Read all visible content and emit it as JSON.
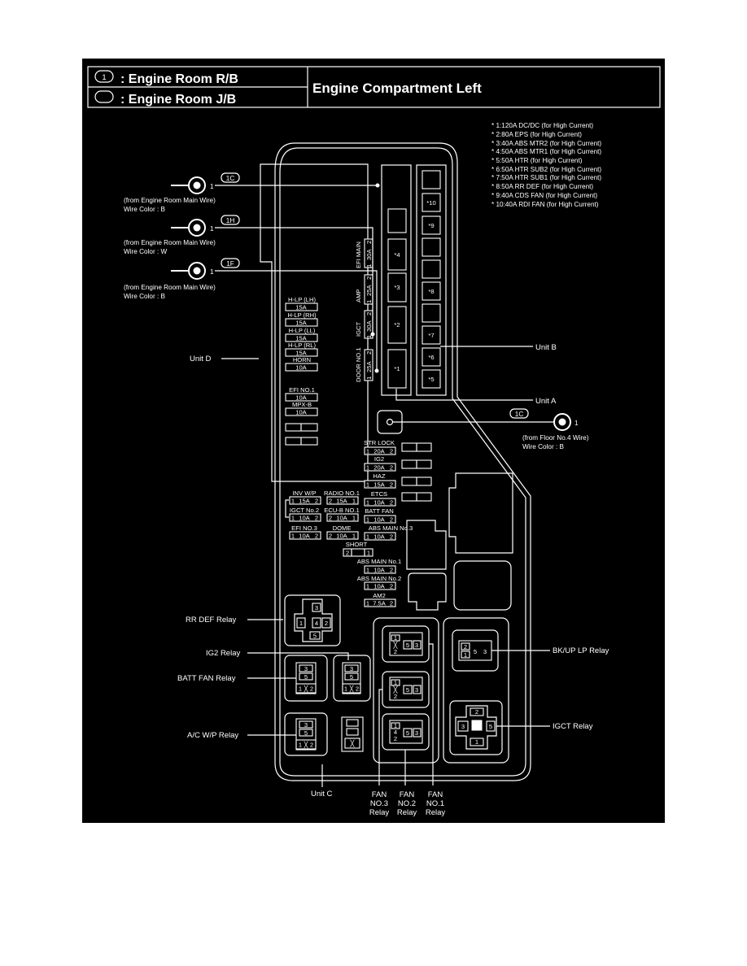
{
  "header": {
    "legend_rb_num": "1",
    "legend_rb": ": Engine Room R/B",
    "legend_jb": ": Engine Room J/B",
    "title": "Engine Compartment Left"
  },
  "notes": [
    "* 1:120A DC/DC (for High Current)",
    "* 2:80A EPS (for High Current)",
    "* 3:40A ABS MTR2 (for High Current)",
    "* 4:50A ABS MTR1 (for High Current)",
    "* 5:50A HTR (for High Current)",
    "* 6:50A HTR SUB2 (for High Current)",
    "* 7:50A HTR SUB1 (for High Current)",
    "* 8:50A RR DEF (for High Current)",
    "* 9:40A CDS FAN (for High Current)",
    "* 10:40A RDI FAN (for High Current)"
  ],
  "wires": [
    {
      "code": "1C",
      "pin": "1",
      "from": "(from Engine Room Main Wire)",
      "color": "Wire Color : B"
    },
    {
      "code": "1H",
      "pin": "1",
      "from": "(from Engine Room Main Wire)",
      "color": "Wire Color : W"
    },
    {
      "code": "1F",
      "pin": "1",
      "from": "(from Engine Room Main Wire)",
      "color": "Wire Color : B"
    },
    {
      "code": "1C",
      "pin": "1",
      "from": "(from Floor No.4 Wire)",
      "color": "Wire Color : B"
    }
  ],
  "units": {
    "a": "Unit A",
    "b": "Unit B",
    "c": "Unit C",
    "d": "Unit D"
  },
  "unit_a_slots": [
    "*4",
    "*3",
    "*2",
    "*1"
  ],
  "unit_b_slots": [
    "*10",
    "*9",
    "*8",
    "*7",
    "*6",
    "*5"
  ],
  "unit_d_fuses": [
    {
      "name": "H-LP (LH)",
      "amp": "15A"
    },
    {
      "name": "H-LP (RH)",
      "amp": "15A"
    },
    {
      "name": "H-LP (LL)",
      "amp": "15A"
    },
    {
      "name": "H-LP (RL)",
      "amp": "15A"
    },
    {
      "name": "HORN",
      "amp": "10A"
    },
    {
      "name": "EFI NO.1",
      "amp": "10A"
    },
    {
      "name": "MPX-B",
      "amp": "10A"
    }
  ],
  "vertical_fuses": [
    {
      "name": "EFI MAIN",
      "amp": "30A",
      "p1": "1",
      "p2": "2"
    },
    {
      "name": "AMP",
      "amp": "25A",
      "p1": "1",
      "p2": "2"
    },
    {
      "name": "IGCT",
      "amp": "30A",
      "p1": "1",
      "p2": "2"
    },
    {
      "name": "DOOR NO.1",
      "amp": "25A",
      "p1": "1",
      "p2": "2"
    }
  ],
  "mid_fuses": [
    {
      "name": "STR LOCK",
      "amp": "20A",
      "p1": "1",
      "p2": "2"
    },
    {
      "name": "IG2",
      "amp": "20A",
      "p1": "1",
      "p2": "2"
    },
    {
      "name": "HAZ",
      "amp": "15A",
      "p1": "1",
      "p2": "2"
    },
    {
      "name": "ETCS",
      "amp": "10A",
      "p1": "1",
      "p2": "2"
    },
    {
      "name": "BATT FAN",
      "amp": "10A",
      "p1": "1",
      "p2": "2"
    },
    {
      "name": "ABS MAIN No.3",
      "amp": "10A",
      "p1": "1",
      "p2": "2"
    },
    {
      "name": "ABS MAIN No.1",
      "amp": "10A",
      "p1": "1",
      "p2": "2"
    },
    {
      "name": "ABS MAIN No.2",
      "amp": "10A",
      "p1": "1",
      "p2": "2"
    },
    {
      "name": "AM2",
      "amp": "7.5A",
      "p1": "1",
      "p2": "2"
    }
  ],
  "left_fuses": [
    {
      "name": "INV W/P",
      "amp": "15A",
      "p1": "1",
      "p2": "2"
    },
    {
      "name": "RADIO NO.1",
      "amp": "15A",
      "p1": "2",
      "p2": "1"
    },
    {
      "name": "IGCT No.2",
      "amp": "10A",
      "p1": "1",
      "p2": "2"
    },
    {
      "name": "ECU-B NO.1",
      "amp": "10A",
      "p1": "2",
      "p2": "1"
    },
    {
      "name": "EFI NO.3",
      "amp": "10A",
      "p1": "1",
      "p2": "2"
    },
    {
      "name": "DOME",
      "amp": "10A",
      "p1": "2",
      "p2": "1"
    }
  ],
  "short": {
    "name": "SHORT",
    "p1": "2",
    "p2": "1"
  },
  "relays": {
    "rr_def": "RR DEF Relay",
    "ig2": "IG2 Relay",
    "batt_fan": "BATT FAN Relay",
    "ac_wp": "A/C W/P Relay",
    "bkup": "BK/UP LP Relay",
    "igct": "IGCT Relay",
    "fan3": [
      "FAN",
      "NO.3",
      "Relay"
    ],
    "fan2": [
      "FAN",
      "NO.2",
      "Relay"
    ],
    "fan1": [
      "FAN",
      "NO.1",
      "Relay"
    ]
  },
  "pins": {
    "p1": "1",
    "p2": "2",
    "p3": "3",
    "p4": "4",
    "p5": "5"
  }
}
